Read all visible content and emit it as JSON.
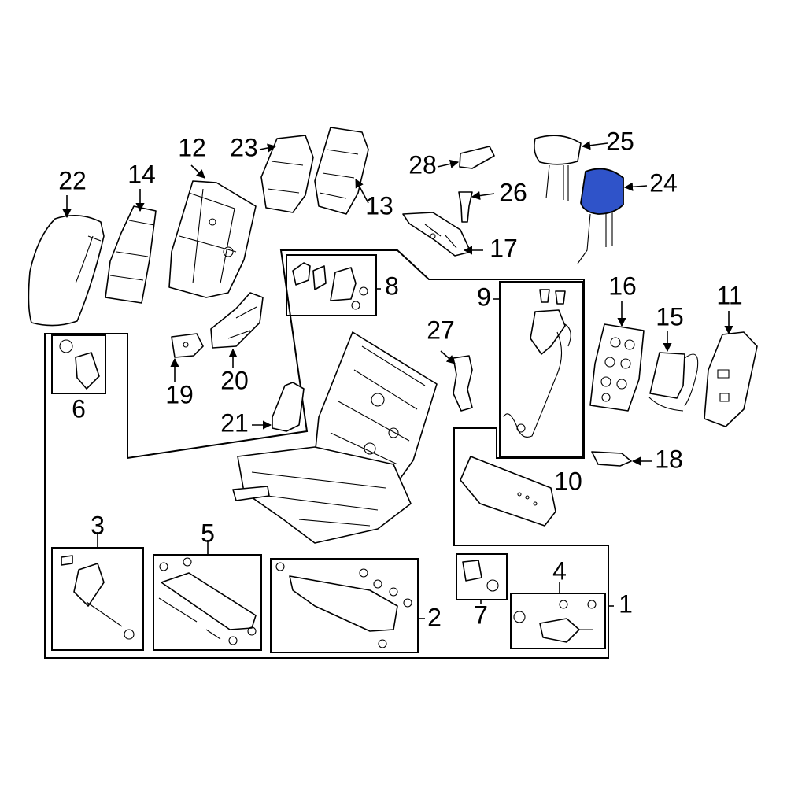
{
  "colors": {
    "background": "#ffffff",
    "line": "#000000",
    "highlight": "#2f53c9"
  },
  "highlighted_part": "24",
  "callouts": {
    "c1": "1",
    "c2": "2",
    "c3": "3",
    "c4": "4",
    "c5": "5",
    "c6": "6",
    "c7": "7",
    "c8": "8",
    "c9": "9",
    "c10": "10",
    "c11": "11",
    "c12": "12",
    "c13": "13",
    "c14": "14",
    "c15": "15",
    "c16": "16",
    "c17": "17",
    "c18": "18",
    "c19": "19",
    "c20": "20",
    "c21": "21",
    "c22": "22",
    "c23": "23",
    "c24": "24",
    "c25": "25",
    "c26": "26",
    "c27": "27",
    "c28": "28"
  }
}
